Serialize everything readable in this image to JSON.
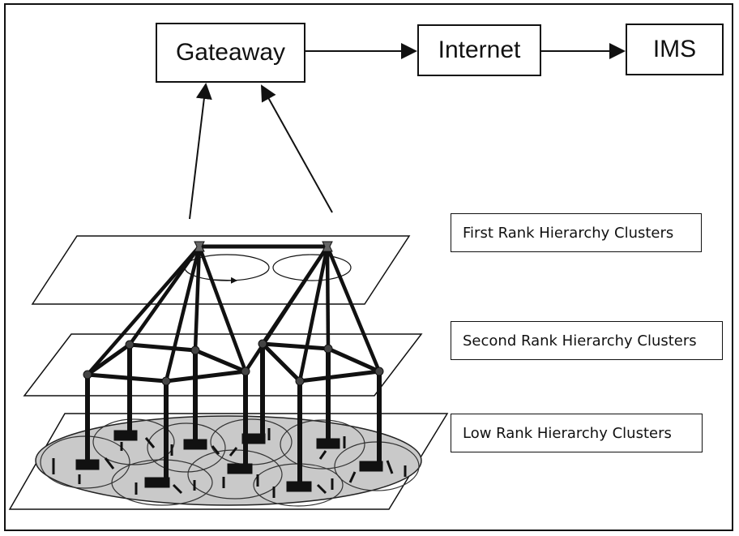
{
  "flow": {
    "gateway": "Gateaway",
    "internet": "Internet",
    "ims": "IMS"
  },
  "labels": {
    "first_rank": "First Rank Hierarchy Clusters",
    "second_rank": "Second Rank Hierarchy Clusters",
    "low_rank": "Low Rank Hierarchy Clusters"
  },
  "colors": {
    "ink": "#111111",
    "plane": "#ffffff",
    "cluster_fill": "#c9c9c9"
  }
}
